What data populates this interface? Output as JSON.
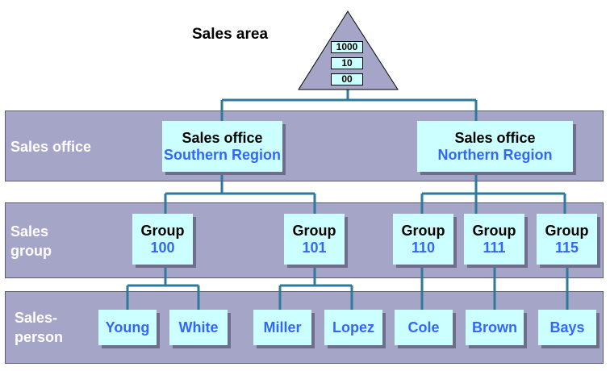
{
  "title": "Sales area",
  "codes": [
    "1000",
    "10",
    "00"
  ],
  "bands": {
    "office": "Sales office",
    "group": "Sales\ngroup",
    "person": "Sales-\nperson"
  },
  "offices": [
    {
      "line1": "Sales office",
      "line2": "Southern Region"
    },
    {
      "line1": "Sales office",
      "line2": "Northern Region"
    }
  ],
  "groups": [
    {
      "line1": "Group",
      "line2": "100"
    },
    {
      "line1": "Group",
      "line2": "101"
    },
    {
      "line1": "Group",
      "line2": "110"
    },
    {
      "line1": "Group",
      "line2": "111"
    },
    {
      "line1": "Group",
      "line2": "115"
    }
  ],
  "persons": [
    "Young",
    "White",
    "Miller",
    "Lopez",
    "Cole",
    "Brown",
    "Bays"
  ],
  "colors": {
    "band": "#a5a5c8",
    "box": "#ccffff",
    "accent": "#3366ff",
    "connector": "#2f7a9a"
  }
}
